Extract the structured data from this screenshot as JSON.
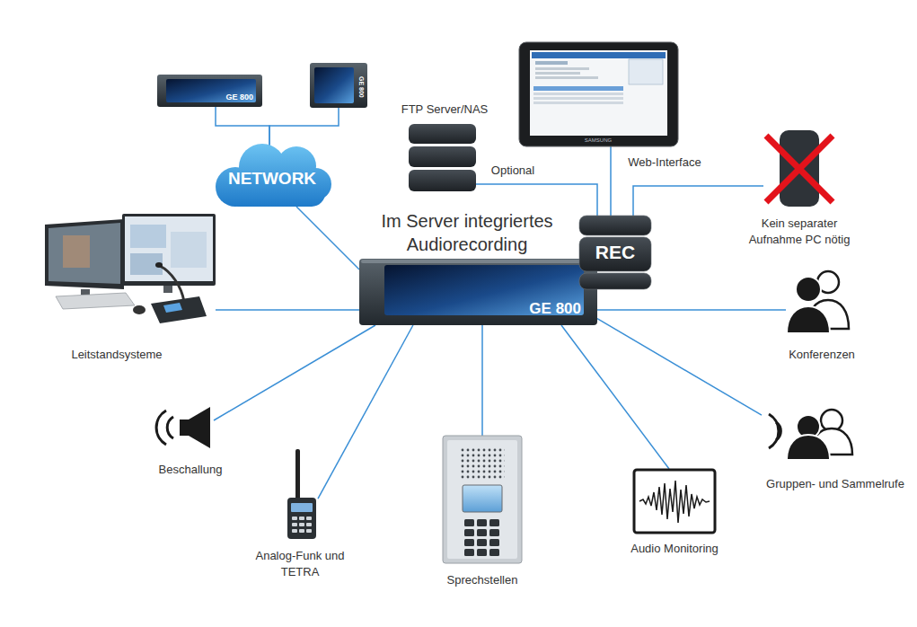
{
  "diagram": {
    "nodes": [
      {
        "text": [
          "GE 800"
        ]
      },
      {
        "text": [
          "GE 800"
        ]
      },
      {
        "text": [
          "NETWORK"
        ]
      },
      {
        "text": [
          "FTP Server/NAS"
        ]
      },
      {
        "text": [
          "Web-Interface"
        ]
      },
      {
        "text": [
          "Kein separater Aufnahme PC nötig"
        ]
      },
      {
        "text": [
          "Leitstandsysteme"
        ]
      },
      {
        "text": [
          "REC"
        ]
      },
      {
        "text": [
          "GE 800"
        ]
      },
      {
        "text": [
          "Konferenzen"
        ]
      },
      {
        "text": [
          "Beschallung"
        ]
      },
      {
        "text": [
          "Gruppen- und Sammelrufe"
        ]
      },
      {
        "text": [
          "Analog-Funk und TETRA"
        ]
      },
      {
        "text": [
          "Sprechstellen"
        ]
      },
      {
        "text": [
          "Audio Monitoring"
        ]
      }
    ],
    "edges": [
      {
        "from": 2,
        "to": 0,
        "arrow": "none"
      },
      {
        "from": 2,
        "to": 1,
        "arrow": "none"
      },
      {
        "from": 2,
        "to": 8,
        "arrow": "none"
      },
      {
        "from": 3,
        "to": 7,
        "label": "Optional",
        "arrow": "none"
      },
      {
        "from": 4,
        "to": 7,
        "arrow": "none"
      },
      {
        "from": 7,
        "to": 5,
        "arrow": "none"
      },
      {
        "from": 8,
        "to": 6,
        "arrow": "none"
      },
      {
        "from": 8,
        "to": 9,
        "arrow": "none"
      },
      {
        "from": 8,
        "to": 10,
        "arrow": "none"
      },
      {
        "from": 8,
        "to": 11,
        "arrow": "none"
      },
      {
        "from": 8,
        "to": 12,
        "arrow": "none"
      },
      {
        "from": 8,
        "to": 13,
        "arrow": "none"
      },
      {
        "from": 8,
        "to": 14,
        "arrow": "none"
      }
    ],
    "labels": [
      "Im Server integriertes Audiorecording",
      "SAMSUNG"
    ]
  }
}
